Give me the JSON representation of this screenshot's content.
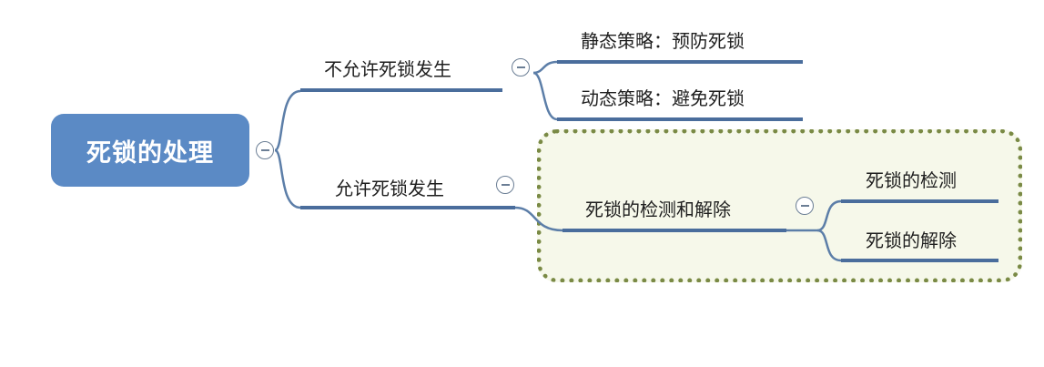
{
  "root": {
    "label": "死锁的处理",
    "color": "#5b8ac5"
  },
  "branches": [
    {
      "label": "不允许死锁发生",
      "children": [
        {
          "label": "静态策略：预防死锁"
        },
        {
          "label": "动态策略：避免死锁"
        }
      ]
    },
    {
      "label": "允许死锁发生",
      "children": [
        {
          "label": "死锁的检测和解除",
          "highlighted": true,
          "children": [
            {
              "label": "死锁的检测"
            },
            {
              "label": "死锁的解除"
            }
          ]
        }
      ]
    }
  ],
  "colors": {
    "connector": "#5c7ea8",
    "underline": "#4a6d9c",
    "highlight_border": "#7a8a45",
    "highlight_fill": "#f6f8ea"
  },
  "icons": {
    "collapse": "minus-circle-icon"
  }
}
